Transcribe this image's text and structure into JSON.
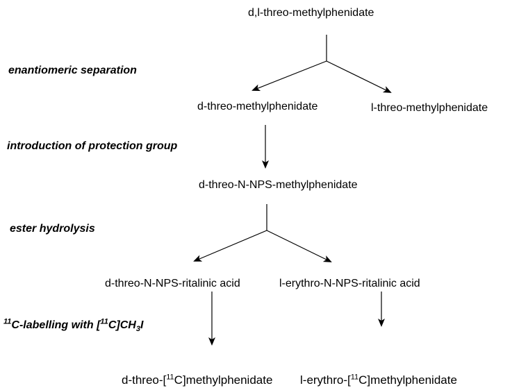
{
  "compounds": {
    "start": "d,l-threo-methylphenidate",
    "d_threo": "d-threo-methylphenidate",
    "l_threo": "l-threo-methylphenidate",
    "protected": "d-threo-N-NPS-methylphenidate",
    "d_threo_acid": "d-threo-N-NPS-ritalinic acid",
    "l_erythro_acid": "l-erythro-N-NPS-ritalinic acid",
    "d_threo_labelled": {
      "prefix": "d-threo-[",
      "isotope": "11",
      "suffix": "C]methylphenidate"
    },
    "l_erythro_labelled": {
      "prefix": "l-erythro-[",
      "isotope": "11",
      "suffix": "C]methylphenidate"
    }
  },
  "steps": {
    "separation": "enantiomeric separation",
    "protection": "introduction of protection group",
    "hydrolysis": "ester hydrolysis",
    "labelling": {
      "isotope": "11",
      "text": "C-labelling with [",
      "isotope2": "11",
      "reagent_a": "C]CH",
      "sub": "3",
      "reagent_b": "I"
    }
  }
}
